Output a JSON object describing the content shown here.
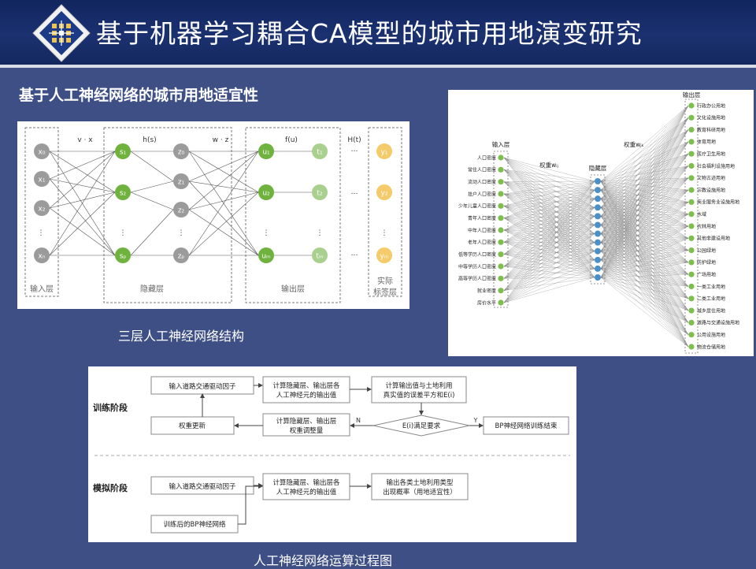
{
  "header": {
    "title": "基于机器学习耦合CA模型的城市用地演变研究",
    "subtitle": "基于人工神经网络的城市用地适宜性"
  },
  "nn_diagram": {
    "caption": "三层人工神经网络结构",
    "op_vx": "v · x",
    "op_wz": "w · z",
    "fn_hs": "h(s)",
    "fn_fu": "f(u)",
    "fn_ht": "H(t)",
    "ellipsis": "…",
    "vdots": "⋮",
    "layer_labels": {
      "input": "输入层",
      "hidden": "隐藏层",
      "output": "输出层",
      "actual": "实际标签层"
    },
    "actual_line1": "实际",
    "actual_line2": "标签层",
    "input_nodes": [
      "x₀",
      "x₁",
      "x₂",
      "xₙ"
    ],
    "s_nodes": [
      "s₁",
      "s₂",
      "sₚ"
    ],
    "z_nodes": [
      "z₀",
      "z₁",
      "z₂",
      "zₚ"
    ],
    "u_nodes": [
      "u₁",
      "u₂",
      "uₘ"
    ],
    "t_nodes": [
      "t₁",
      "t₂",
      "tₘ"
    ],
    "y_nodes": [
      "y₁",
      "y₂",
      "yₘ"
    ],
    "colors": {
      "input": "#9b9b9b",
      "s": "#6fb23d",
      "z": "#9b9b9b",
      "u": "#6fb23d",
      "t": "#a9d08e",
      "y": "#f4ca6a"
    }
  },
  "bp_network": {
    "input_title": "输入层",
    "hidden_title": "隐藏层",
    "output_title": "输出层",
    "weight_in": "权重wᵢⱼ",
    "weight_out": "权重wⱼₖ",
    "inputs": [
      "人口密度",
      "常住人口密度",
      "流动人口密度",
      "挂户人口密度",
      "少年儿童人口密度",
      "青年人口密度",
      "中年人口密度",
      "老年人口密度",
      "低等学历人口密度",
      "中等学历人口密度",
      "高等学历人口密度",
      "就业密度",
      "房价水平"
    ],
    "hidden_count": 12,
    "outputs": [
      "行政办公用地",
      "文化设施用地",
      "教育科研用地",
      "体育用地",
      "医疗卫生用地",
      "社会福利设施用地",
      "文物古迹用地",
      "宗教设施用地",
      "商业服务业设施用地",
      "水域",
      "农林用地",
      "其他非建设用地",
      "公园绿地",
      "防护绿地",
      "广场用地",
      "一类工业用地",
      "二类工业用地",
      "城乡居住用地",
      "道路与交通设施用地",
      "公用设施用地",
      "物流仓储用地"
    ]
  },
  "flowchart": {
    "caption": "人工神经网络运算过程图",
    "train_label": "训练阶段",
    "sim_label": "模拟阶段",
    "box_input1": "输入道路交通驱动因子",
    "box_calc1_l1": "计算隐藏层、输出层各",
    "box_calc1_l2": "人工神经元的输出值",
    "box_err_l1": "计算输出值与土地利用",
    "box_err_l2": "真实值的误差平方和E(i)",
    "decision": "E(i)满足要求",
    "yes": "Y",
    "no": "N",
    "box_end": "BP神经网络训练结束",
    "box_adj_l1": "计算隐藏层、输出层",
    "box_adj_l2": "权重调整量",
    "box_update": "权重更新",
    "box_input2": "输入道路交通驱动因子",
    "box_calc2_l1": "计算隐藏层、输出层各",
    "box_calc2_l2": "人工神经元的输出值",
    "box_out_l1": "输出各类土地利用类型",
    "box_out_l2": "出现概率（用地适宜性）",
    "box_trained": "训练后的BP神经网络"
  }
}
